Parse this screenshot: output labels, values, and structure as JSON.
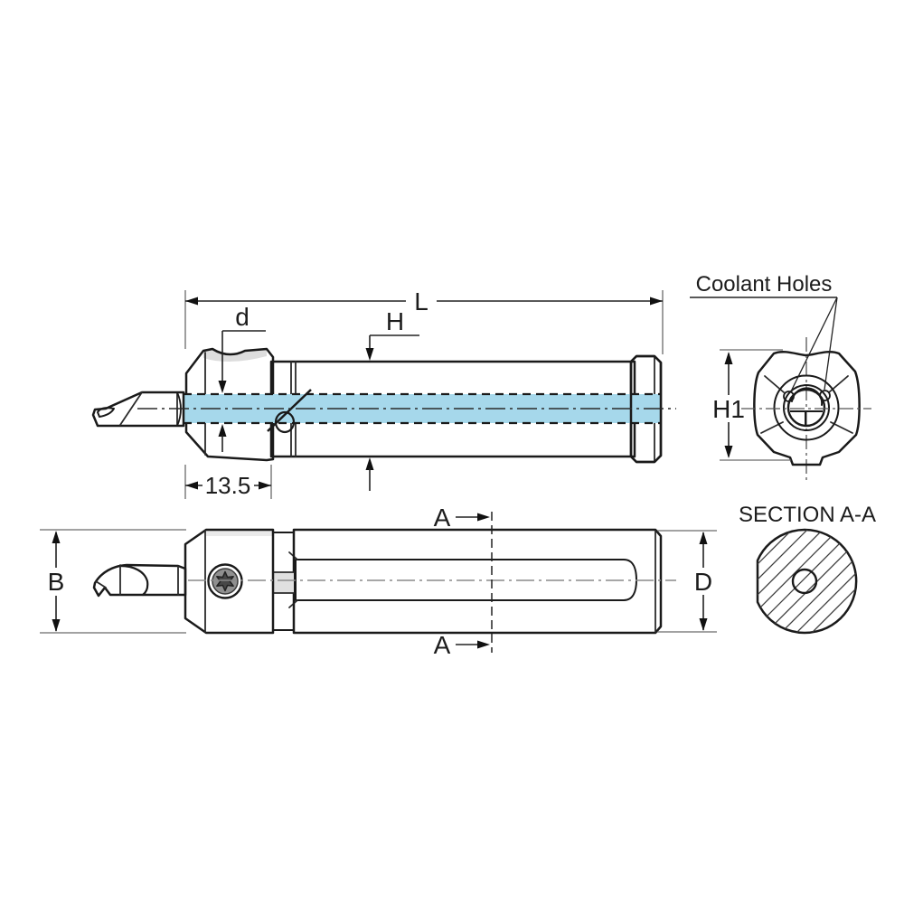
{
  "dimensions": {
    "length_total": "L",
    "bore_diameter": "d",
    "shank_height": "H",
    "head_length": "13.5",
    "head_height": "H1",
    "body_height": "B",
    "shank_diameter": "D",
    "section_marker": "A"
  },
  "labels": {
    "coolant_holes": "Coolant Holes",
    "section_title": "SECTION A-A"
  },
  "colors": {
    "coolant_channel": "#A6D8EB",
    "coolant_hole": "#54C5E8",
    "tool_yellow": "#FFD400",
    "outline": "#1A1A1A",
    "section_fill": "#CBCBCB",
    "screw_dark": "#474747"
  }
}
